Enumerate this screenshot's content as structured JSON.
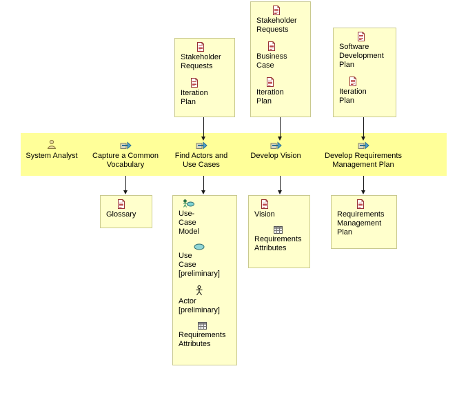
{
  "colors": {
    "band_fill": "#ffff99",
    "box_fill": "#ffffcc",
    "box_border": "#c9c98f",
    "arrow": "#1a1a1a",
    "artifact_red": "#993333"
  },
  "band": {
    "role": {
      "label": "System Analyst",
      "icon": "role-icon"
    },
    "activities": [
      {
        "label": "Capture a Common Vocabulary",
        "icon": "activity-icon"
      },
      {
        "label": "Find Actors and Use Cases",
        "icon": "activity-icon"
      },
      {
        "label": "Develop Vision",
        "icon": "activity-icon"
      },
      {
        "label": "Develop Requirements Management Plan",
        "icon": "activity-icon"
      }
    ]
  },
  "input_boxes": [
    {
      "artifacts": [
        {
          "label": "Stakeholder Requests",
          "icon": "artifact-icon"
        },
        {
          "label": "Iteration Plan",
          "icon": "artifact-icon"
        }
      ]
    },
    {
      "artifacts": [
        {
          "label": "Stakeholder Requests",
          "icon": "artifact-icon"
        },
        {
          "label": "Business Case",
          "icon": "artifact-icon"
        },
        {
          "label": "Iteration Plan",
          "icon": "artifact-icon"
        }
      ]
    },
    {
      "artifacts": [
        {
          "label": "Software Development Plan",
          "icon": "artifact-icon"
        },
        {
          "label": "Iteration Plan",
          "icon": "artifact-icon"
        }
      ]
    }
  ],
  "output_boxes": [
    {
      "artifacts": [
        {
          "label": "Glossary",
          "icon": "artifact-icon"
        }
      ]
    },
    {
      "artifacts": [
        {
          "label": "Use-Case Model",
          "icon": "use-case-model-icon"
        },
        {
          "label": "Use Case [preliminary]",
          "icon": "use-case-icon"
        },
        {
          "label": "Actor [preliminary]",
          "icon": "actor-icon"
        },
        {
          "label": "Requirements Attributes",
          "icon": "requirements-attributes-icon"
        }
      ]
    },
    {
      "artifacts": [
        {
          "label": "Vision",
          "icon": "artifact-icon"
        },
        {
          "label": "Requirements Attributes",
          "icon": "requirements-attributes-icon"
        }
      ]
    },
    {
      "artifacts": [
        {
          "label": "Requirements Management Plan",
          "icon": "artifact-icon"
        }
      ]
    }
  ]
}
